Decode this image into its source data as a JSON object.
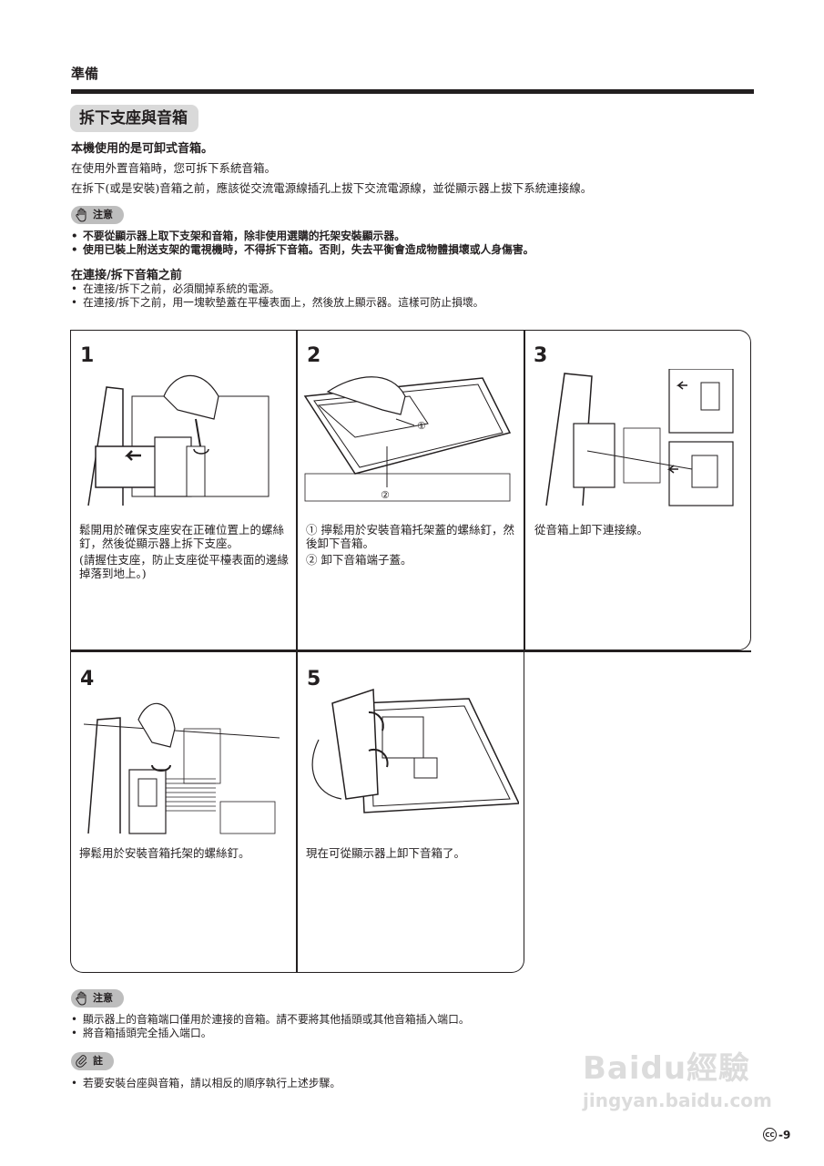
{
  "header": {
    "section": "準備"
  },
  "title": "拆下支座與音箱",
  "lead": "本機使用的是可卸式音箱。",
  "intro": [
    "在使用外置音箱時，您可拆下系統音箱。",
    "在拆下(或是安裝)音箱之前，應該從交流電源線插孔上拔下交流電源線，並從顯示器上拔下系統連接線。"
  ],
  "caution1": {
    "label": "注意",
    "items": [
      "不要從顯示器上取下支架和音箱，除非使用選購的托架安裝顯示器。",
      "使用已裝上附送支架的電視機時，不得拆下音箱。否則，失去平衡會造成物體損壞或人身傷害。"
    ]
  },
  "before": {
    "heading": "在連接/拆下音箱之前",
    "items": [
      "在連接/拆下之前，必須關掉系統的電源。",
      "在連接/拆下之前，用一塊軟墊蓋在平檯表面上，然後放上顯示器。這樣可防止損壞。"
    ]
  },
  "steps": [
    {
      "num": "1",
      "texts": [
        "鬆開用於確保支座安在正確位置上的螺絲釘，然後從顯示器上拆下支座。",
        "(請握住支座，防止支座從平檯表面的邊緣掉落到地上。)"
      ]
    },
    {
      "num": "2",
      "texts": [
        "① 擰鬆用於安裝音箱托架蓋的螺絲釘，然後卸下音箱。",
        "② 卸下音箱端子蓋。"
      ]
    },
    {
      "num": "3",
      "texts": [
        "從音箱上卸下連接線。"
      ]
    },
    {
      "num": "4",
      "texts": [
        "擰鬆用於安裝音箱托架的螺絲釘。"
      ]
    },
    {
      "num": "5",
      "texts": [
        "現在可從顯示器上卸下音箱了。"
      ]
    }
  ],
  "step2_callouts": [
    "①",
    "②"
  ],
  "caution2": {
    "label": "注意",
    "items": [
      "顯示器上的音箱端口僅用於連接的音箱。請不要將其他插頭或其他音箱插入端口。",
      "將音箱插頭完全插入端口。"
    ]
  },
  "note": {
    "label": "註",
    "items": [
      "若要安裝台座與音箱，請以相反的順序執行上述步驟。"
    ]
  },
  "watermark": {
    "brand": "Baidu經驗",
    "url": "jingyan.baidu.com"
  },
  "page": {
    "badge": "CC",
    "number": "-9"
  }
}
